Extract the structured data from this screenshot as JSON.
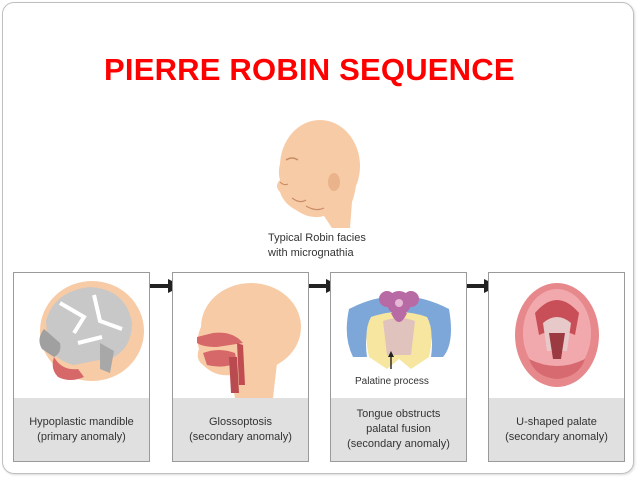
{
  "title": "PIERRE ROBIN SEQUENCE",
  "top_figure": {
    "caption_line1": "Typical Robin facies",
    "caption_line2": "with micrognathia",
    "icon": "infant-head-profile"
  },
  "arrow_icon": "right-arrow",
  "panels": [
    {
      "line1": "Hypoplastic mandible",
      "line2": "(primary anomaly)",
      "line3": "",
      "icon": "skull-illustration"
    },
    {
      "line1": "Glossoptosis",
      "line2": "(secondary anomaly)",
      "line3": "",
      "icon": "head-sagittal-illustration"
    },
    {
      "line1": "Tongue obstructs",
      "line2": "palatal fusion",
      "line3": "(secondary anomaly)",
      "icon": "palate-cleft-illustration",
      "art_label": "Palatine process"
    },
    {
      "line1": "U-shaped palate",
      "line2": "(secondary anomaly)",
      "line3": "",
      "icon": "mouth-palate-illustration"
    }
  ],
  "colors": {
    "title": "#ff0000",
    "skin": "#f7cba5",
    "tissue": "#d7686a",
    "label_band": "#e0e0e0"
  }
}
